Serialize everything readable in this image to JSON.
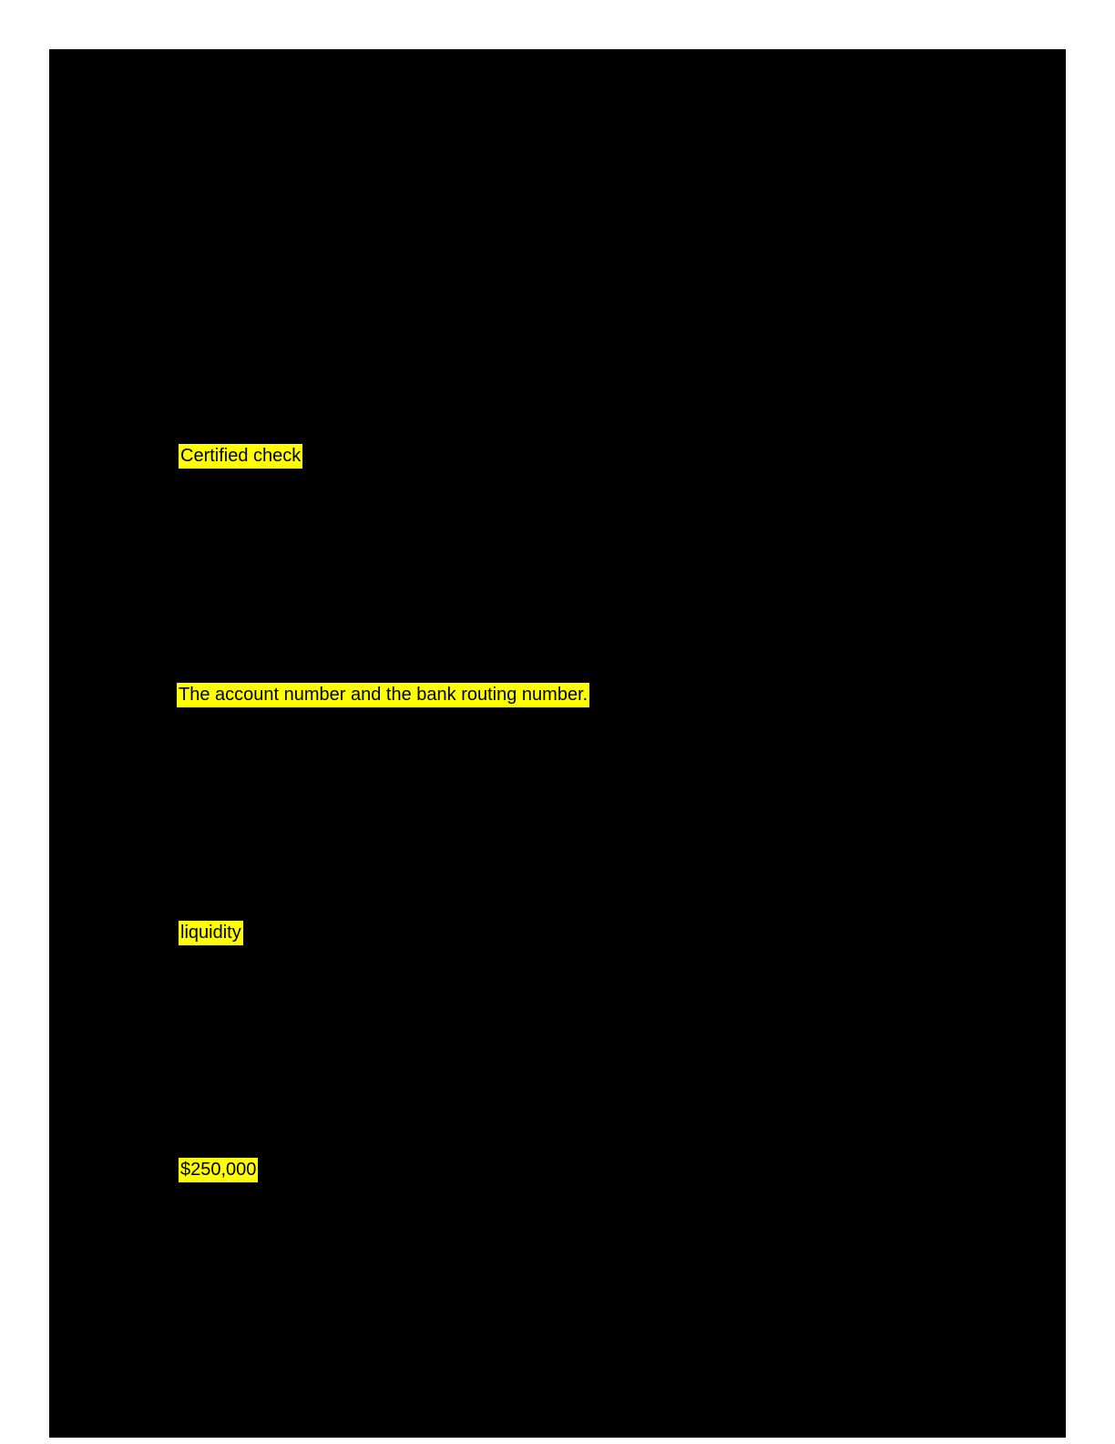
{
  "document": {
    "type": "highlighted-document-page",
    "highlights": [
      {
        "text": "Certified check"
      },
      {
        "text": "The account number and the bank routing number."
      },
      {
        "text": "liquidity"
      },
      {
        "text": "$250,000"
      }
    ]
  },
  "theme": {
    "page_background": "#ffffff",
    "content_background": "#000000",
    "highlight_color": "#ffff00",
    "highlight_text_color": "#000000"
  }
}
